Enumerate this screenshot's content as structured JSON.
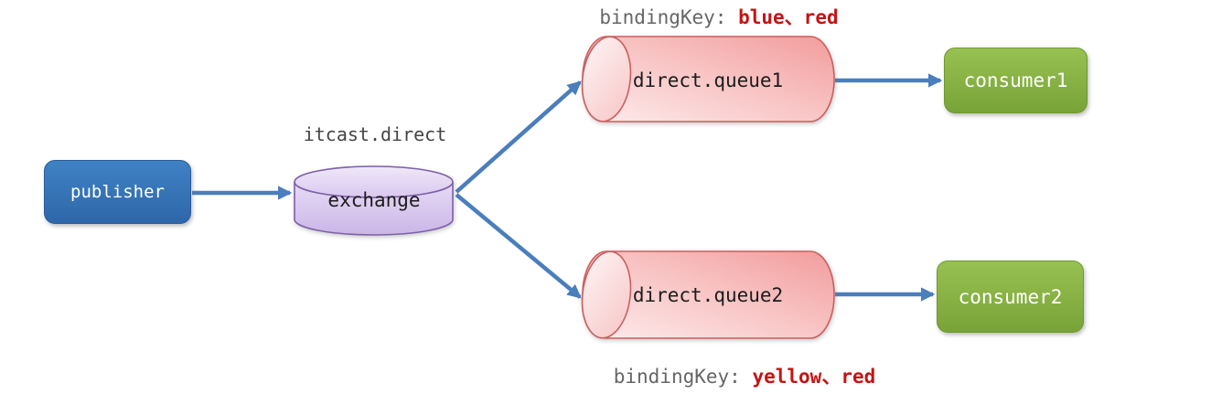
{
  "diagram": {
    "publisher": {
      "label": "publisher"
    },
    "exchange": {
      "name": "itcast.direct",
      "label": "exchange"
    },
    "queues": [
      {
        "label": "direct.queue1"
      },
      {
        "label": "direct.queue2"
      }
    ],
    "consumers": [
      {
        "label": "consumer1"
      },
      {
        "label": "consumer2"
      }
    ],
    "binding_labels": [
      {
        "prefix": "bindingKey:",
        "keys": "blue、red"
      },
      {
        "prefix": "bindingKey:",
        "keys": "yellow、red"
      }
    ],
    "colors": {
      "publisher_blue": "#3577bb",
      "consumer_green": "#8bb648",
      "queue_pink": "#f6abab",
      "queue_stroke": "#cc5e5e",
      "exchange_lavender": "#d7c6ee",
      "exchange_stroke": "#7e61a8",
      "arrow_blue": "#4a7ebc",
      "binding_key_red": "#c41414",
      "label_gray": "#666666"
    }
  }
}
